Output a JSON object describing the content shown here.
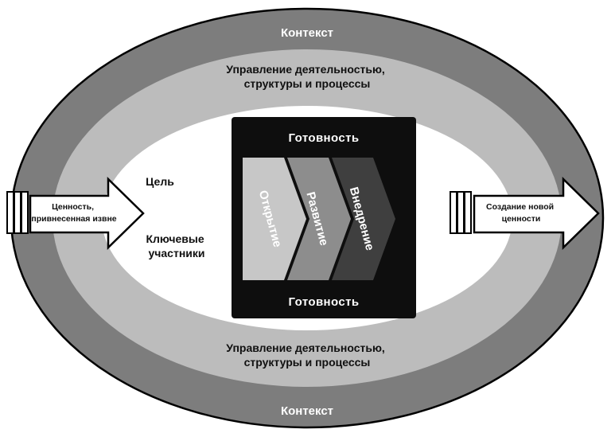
{
  "colors": {
    "ring_outer": "#7d7d7d",
    "ring_middle": "#bcbcbc",
    "inner_area": "#ffffff",
    "core_bg": "#0e0e0e",
    "stage_discovery": "#c7c7c7",
    "stage_development": "#8d8d8d",
    "stage_implementation": "#3f3f3f",
    "arrow_fill": "#ffffff",
    "outline": "#000000"
  },
  "labels": {
    "context_top": "Контекст",
    "context_bottom": "Контекст",
    "management_top_1": "Управление деятельностью,",
    "management_top_2": "структуры и процессы",
    "management_bottom_1": "Управление деятельностью,",
    "management_bottom_2": "структуры и процессы",
    "readiness_top": "Готовность",
    "readiness_bottom": "Готовность",
    "goal": "Цель",
    "participants_1": "Ключевые",
    "participants_2": "участники",
    "input_1": "Ценность,",
    "input_2": "привнесенная извне",
    "output_1": "Создание новой",
    "output_2": "ценности"
  },
  "stages": [
    {
      "label": "Открытие"
    },
    {
      "label": "Развитие"
    },
    {
      "label": "Внедрение"
    }
  ]
}
